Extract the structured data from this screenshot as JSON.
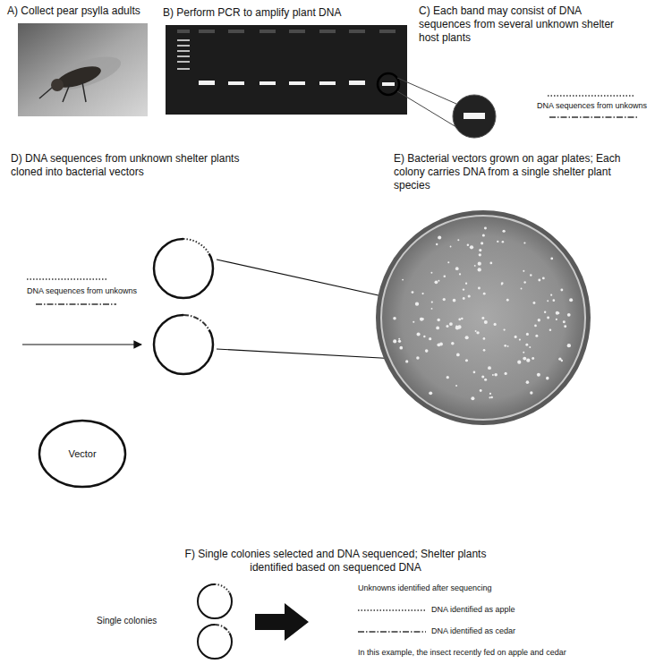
{
  "diagram": {
    "nodes": [
      {
        "text": [
          "Vector"
        ]
      }
    ],
    "labels": [
      "A) Collect pear psylla adults",
      "B) Perform PCR to amplify plant DNA",
      "C) Each band may consist of DNA sequences from several unknown shelter host plants",
      "DNA sequences from unkowns",
      "D) DNA sequences from unknown shelter plants cloned into bacterial vectors",
      "DNA sequences from unkowns",
      "E) Bacterial vectors grown on agar plates; Each colony carries DNA from a single shelter plant species",
      "F) Single colonies selected and DNA sequenced; Shelter plants identified based on sequenced DNA",
      "Single colonies",
      "Unknowns identified after sequencing",
      "DNA identified as apple",
      "DNA identified as cedar",
      "In this example, the insect recently fed on apple and cedar"
    ]
  }
}
